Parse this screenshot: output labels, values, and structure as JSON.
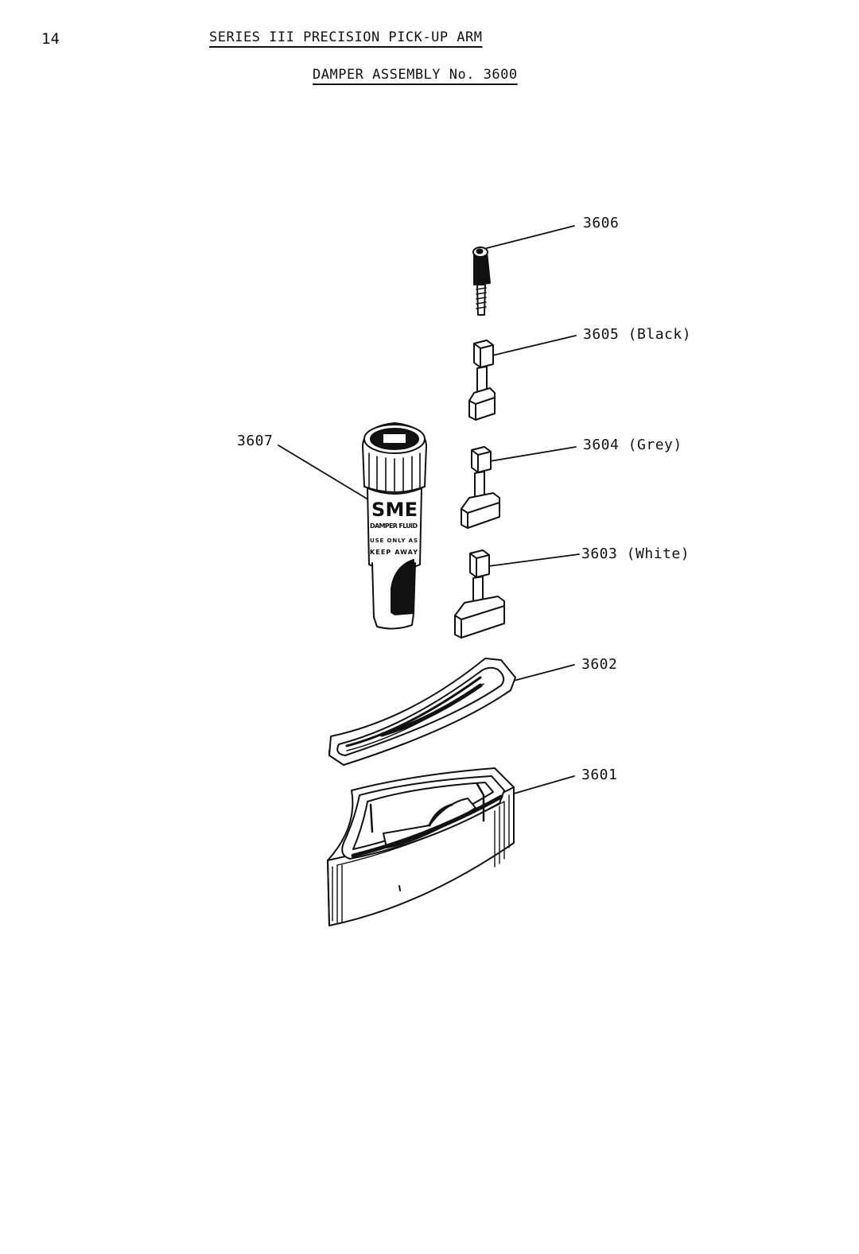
{
  "page": {
    "number": "14",
    "title": "SERIES III PRECISION PICK-UP ARM",
    "subtitle": "DAMPER ASSEMBLY No. 3600"
  },
  "parts": [
    {
      "id": "3606",
      "label": "3606"
    },
    {
      "id": "3605",
      "label": "3605 (Black)"
    },
    {
      "id": "3604",
      "label": "3604 (Grey)"
    },
    {
      "id": "3603",
      "label": "3603 (White)"
    },
    {
      "id": "3602",
      "label": "3602"
    },
    {
      "id": "3601",
      "label": "3601"
    },
    {
      "id": "3607",
      "label": "3607"
    }
  ],
  "bottle": {
    "brand": "SME",
    "line1": "DAMPER FLUID",
    "line2": "USE ONLY AS",
    "line3": "KEEP AWAY"
  },
  "colors": {
    "ink": "#111111",
    "paper": "#ffffff"
  }
}
